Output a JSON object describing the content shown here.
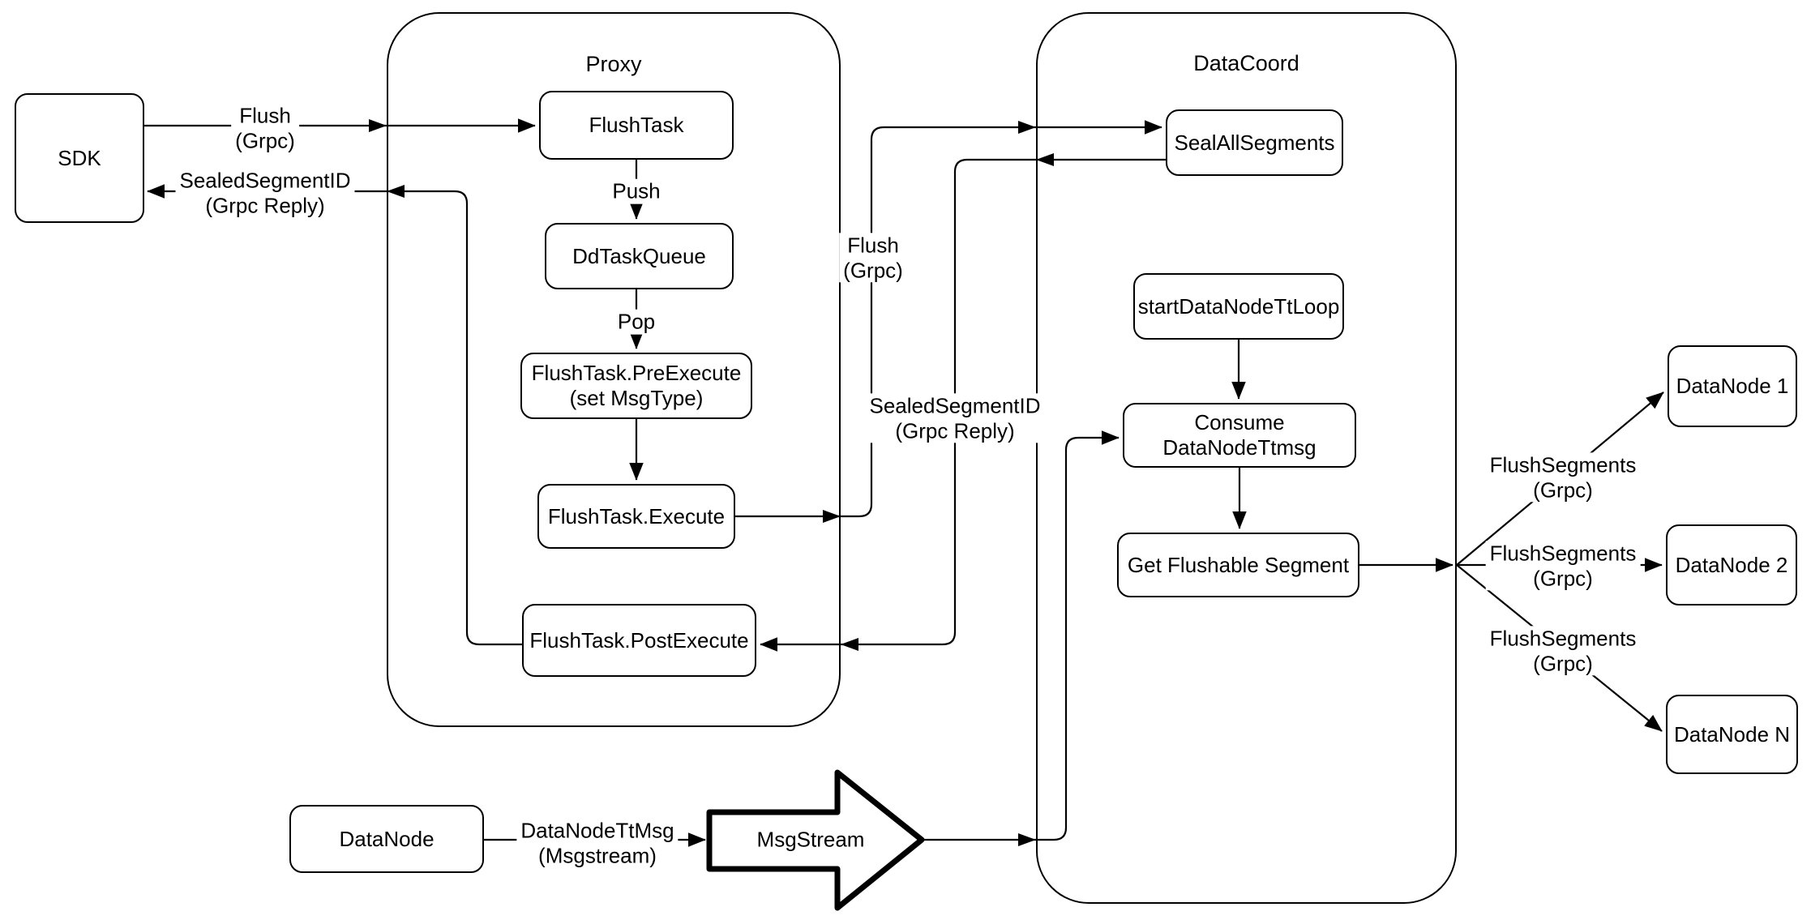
{
  "theme": {
    "stroke": "#000000",
    "background": "#ffffff"
  },
  "containers": {
    "proxy": {
      "title": "Proxy"
    },
    "datacoord": {
      "title": "DataCoord"
    }
  },
  "nodes": {
    "sdk": {
      "label": "SDK"
    },
    "flush_task": {
      "label": "FlushTask"
    },
    "dd_task_queue": {
      "label": "DdTaskQueue"
    },
    "pre_execute": {
      "label": "FlushTask.PreExecute",
      "sublabel": "(set MsgType)"
    },
    "execute": {
      "label": "FlushTask.Execute"
    },
    "post_execute": {
      "label": "FlushTask.PostExecute"
    },
    "seal_all_segments": {
      "label": "SealAllSegments"
    },
    "start_datanode_tt_loop": {
      "label": "startDataNodeTtLoop"
    },
    "consume_datanode_ttmsg": {
      "label": "Consume DataNodeTtmsg"
    },
    "get_flushable_segment": {
      "label": "Get Flushable Segment"
    },
    "datanode_1": {
      "label": "DataNode 1"
    },
    "datanode_2": {
      "label": "DataNode 2"
    },
    "datanode_n": {
      "label": "DataNode N"
    },
    "datanode_source": {
      "label": "DataNode"
    },
    "msgstream": {
      "label": "MsgStream"
    }
  },
  "edge_labels": {
    "flush_sdk_to_proxy": {
      "line1": "Flush",
      "line2": "(Grpc)"
    },
    "sealed_proxy_to_sdk": {
      "line1": "SealedSegmentID",
      "line2": "(Grpc Reply)"
    },
    "push": {
      "text": "Push"
    },
    "pop": {
      "text": "Pop"
    },
    "flush_proxy_to_datacoord": {
      "line1": "Flush",
      "line2": "(Grpc)"
    },
    "sealed_datacoord_to_proxy": {
      "line1": "SealedSegmentID",
      "line2": "(Grpc Reply)"
    },
    "flush_segments_1": {
      "line1": "FlushSegments",
      "line2": "(Grpc)"
    },
    "flush_segments_2": {
      "line1": "FlushSegments",
      "line2": "(Grpc)"
    },
    "flush_segments_3": {
      "line1": "FlushSegments",
      "line2": "(Grpc)"
    },
    "datanode_ttmsg": {
      "line1": "DataNodeTtMsg",
      "line2": "(Msgstream)"
    }
  }
}
